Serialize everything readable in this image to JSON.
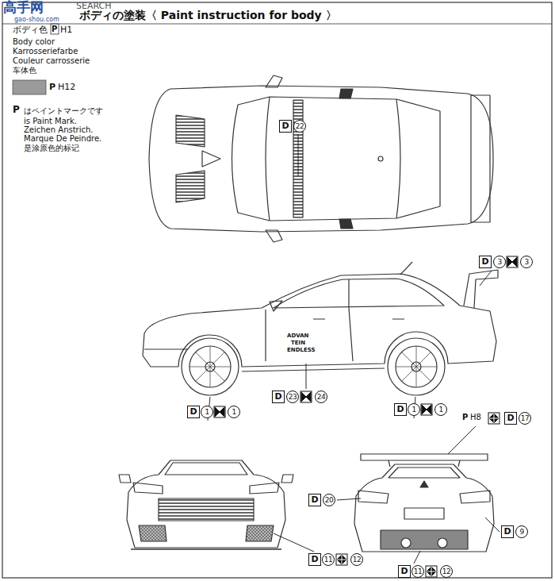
{
  "diagram": {
    "title": "ボディの塗装〈 Paint instruction for body 〉",
    "labels": [
      "高手网",
      "SEARCH",
      "gao-shou.com",
      "ボディ色",
      "P",
      "H1",
      "Body color",
      "Karrosseriefarbe",
      "Couleur carrosserie",
      "车体色",
      "P",
      "H12",
      "P",
      "はペイントマークです",
      "is Paint Mark.",
      "Zeichen Anstrich.",
      "Marque De Peindre.",
      "是涂原色的标记",
      "D",
      "22",
      "D",
      "3",
      "3",
      "D",
      "1",
      "1",
      "D",
      "23",
      "24",
      "D",
      "1",
      "1",
      "P",
      "H8",
      "D",
      "17",
      "D",
      "20",
      "D",
      "9",
      "D",
      "11",
      "12",
      "D",
      "11",
      "12",
      "ADVAN",
      "TEIN",
      "ENDLESS"
    ]
  }
}
